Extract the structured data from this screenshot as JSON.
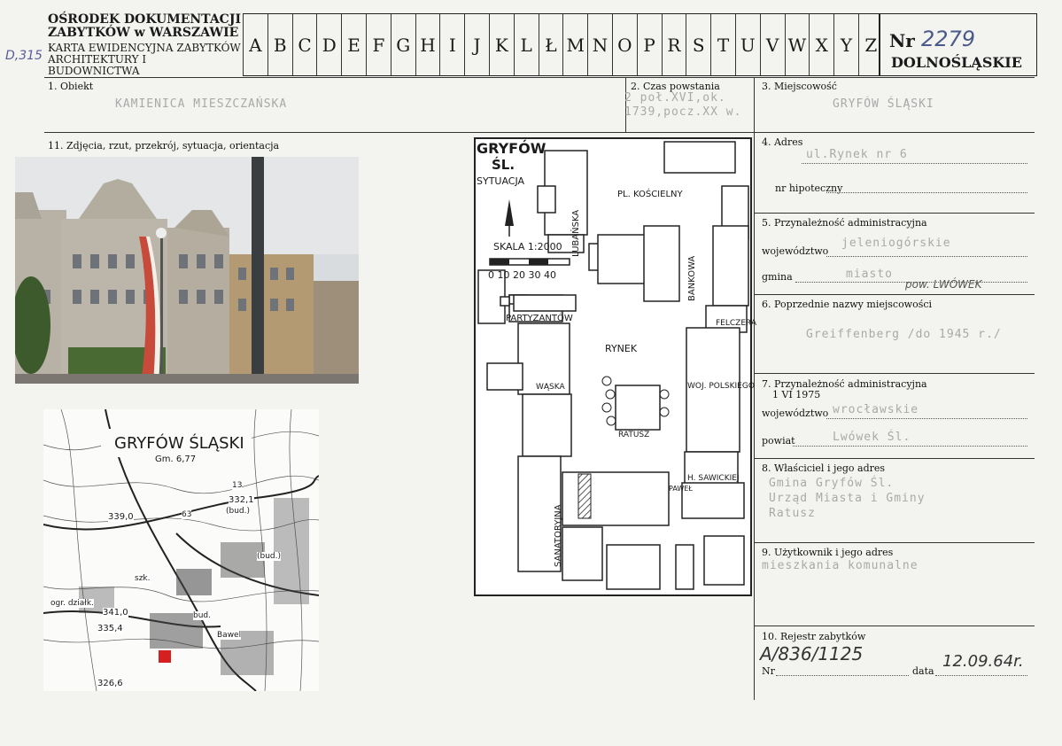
{
  "header": {
    "line1": "OŚRODEK DOKUMENTACJI",
    "line2": "ZABYTKÓW w WARSZAWIE",
    "line3": "KARTA EWIDENCYJNA ZABYTKÓW",
    "line4": "ARCHITEKTURY I BUDOWNICTWA",
    "letters": [
      "A",
      "B",
      "C",
      "D",
      "E",
      "F",
      "G",
      "H",
      "I",
      "J",
      "K",
      "L",
      "Ł",
      "M",
      "N",
      "O",
      "P",
      "R",
      "S",
      "T",
      "U",
      "V",
      "W",
      "X",
      "Y",
      "Z"
    ],
    "nr_label": "Nr",
    "nr_value": "2279",
    "region": "DOLNOŚLĄSKIE",
    "margin_note": "D,315"
  },
  "fields": {
    "obiekt_label": "1. Obiekt",
    "obiekt_value": "KAMIENICA MIESZCZAŃSKA",
    "czas_label": "2. Czas powstania",
    "czas_value1": "2 poł.XVI,ok.",
    "czas_value2": "1739,pocz.XX w.",
    "miejscowosc_label": "3. Miejscowość",
    "miejscowosc_value": "GRYFÓW ŚLĄSKI",
    "zdjecia_label": "11. Zdjęcia, rzut, przekrój, sytuacja, orientacja",
    "adres_label": "4. Adres",
    "adres_value": "ul.Rynek nr 6",
    "hipoteczny_label": "nr hipoteczny",
    "przynal_label": "5. Przynależność administracyjna",
    "woj_label": "województwo",
    "woj_value": "jeleniogórskie",
    "gmina_label": "gmina",
    "gmina_value": "miasto",
    "gmina_hand": "pow. LWÓWEK",
    "poprz_label": "6. Poprzednie nazwy miejscowości",
    "poprz_value": "Greiffenberg /do 1945 r./",
    "przynal75_label": "7. Przynależność administracyjna",
    "przynal75_date": "1 VI 1975",
    "woj75_label": "województwo",
    "woj75_value": "wrocławskie",
    "powiat_label": "powiat",
    "powiat_value": "Lwówek Śl.",
    "wlasciciel_label": "8. Właściciel i jego adres",
    "wlasciciel_1": "Gmina Gryfów Śl.",
    "wlasciciel_2": "Urząd Miasta i Gminy",
    "wlasciciel_3": "Ratusz",
    "uzytkownik_label": "9. Użytkownik i jego adres",
    "uzytkownik_value": "mieszkania komunalne",
    "rejestr_label": "10. Rejestr zabytków",
    "rejestr_nr_label": "Nr",
    "rejestr_nr_value": "A/836/1125",
    "rejestr_data_label": "data",
    "rejestr_data_value": "12.09.64r."
  },
  "plan": {
    "title1": "GRYFÓW",
    "title2": "ŚL.",
    "subtitle": "SYTUACJA",
    "scale": "SKALA 1:2000",
    "scale_ticks": "0 10 20 30 40",
    "streets": [
      "PL. KOŚCIELNY",
      "LUBAŃSKA",
      "BANKOWA",
      "PARTYZANTÓW",
      "RYNEK",
      "FELCZERA",
      "WOJ. POLSKIEGO",
      "WĄSKA",
      "RATUSZ",
      "H. SAWICKIEJ",
      "SANATORYJNA",
      "PAWEŁ"
    ]
  },
  "topomap": {
    "title": "GRYFÓW ŚLĄSKI",
    "sub": "Gm. 6,77",
    "labels": [
      "339,0",
      "332,1",
      "(bud.)",
      "szk.",
      "341,0",
      "335,4",
      "326,6",
      "ogr. działk.",
      "bud.",
      "(bud.)",
      "Bawel",
      "13",
      "63"
    ]
  }
}
